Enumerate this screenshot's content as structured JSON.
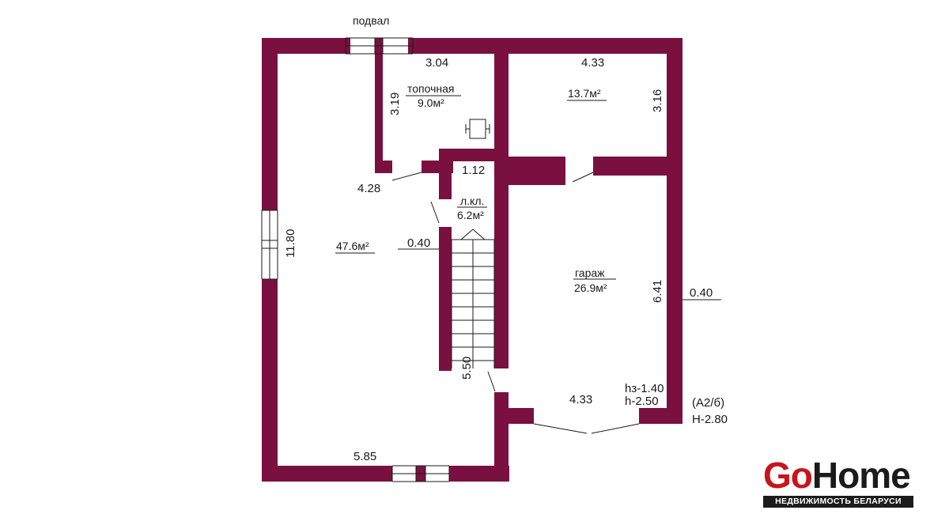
{
  "plan": {
    "basement_label": "подвал",
    "rooms": {
      "boiler_name": "топочная",
      "boiler_area": "9.0м²",
      "room_area": "13.7м²",
      "stair_name": "л.кл.",
      "stair_area": "6.2м²",
      "main_area": "47.6м²",
      "garage_name": "гараж",
      "garage_area": "26.9м²"
    },
    "dimensions": {
      "boiler_width": "3.04",
      "room_width": "4.33",
      "boiler_depth": "3.19",
      "room_depth": "3.16",
      "corridor": "1.12",
      "partition": "4.28",
      "main_length": "11.80",
      "wall_inner": "0.40",
      "stair_length": "5.50",
      "garage_depth": "6.41",
      "wall_outer": "0.40",
      "garage_width": "4.33",
      "bottom_width": "5.85"
    },
    "heights": {
      "h1": "hз-1.40",
      "h2": "h-2.50",
      "ref": "(А2/б)",
      "H": "H-2.80"
    }
  },
  "logo": {
    "go": "Go",
    "home": "Home",
    "tagline": "НЕДВИЖИМОСТЬ БЕЛАРУСИ"
  },
  "colors": {
    "wall": "#7a1040",
    "brand_red": "#c8151b"
  }
}
